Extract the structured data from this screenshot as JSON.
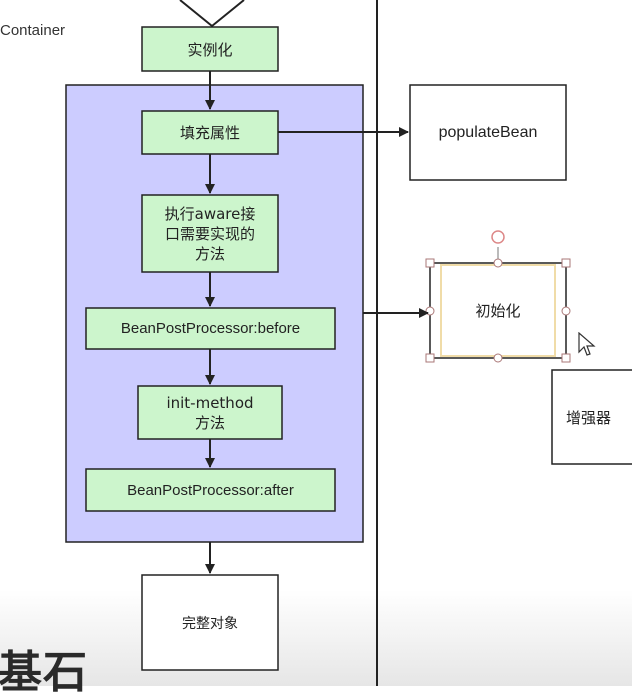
{
  "container": {
    "label": "Container"
  },
  "flow": {
    "instantiate": "实例化",
    "populate": "填充属性",
    "aware": [
      "执行aware接",
      "口需要实现的",
      "方法"
    ],
    "post_before": "BeanPostProcessor:before",
    "init_method": [
      "init-method",
      "方法"
    ],
    "post_after": "BeanPostProcessor:after",
    "complete": "完整对象"
  },
  "side": {
    "populate_bean": "populateBean",
    "initialize": "初始化",
    "enhance": "增强器"
  },
  "watermark": "基石",
  "colors": {
    "node_fill": "#ccf5cc",
    "group_fill": "#ccccff",
    "stroke": "#222222",
    "selection": "#f0dca8"
  }
}
